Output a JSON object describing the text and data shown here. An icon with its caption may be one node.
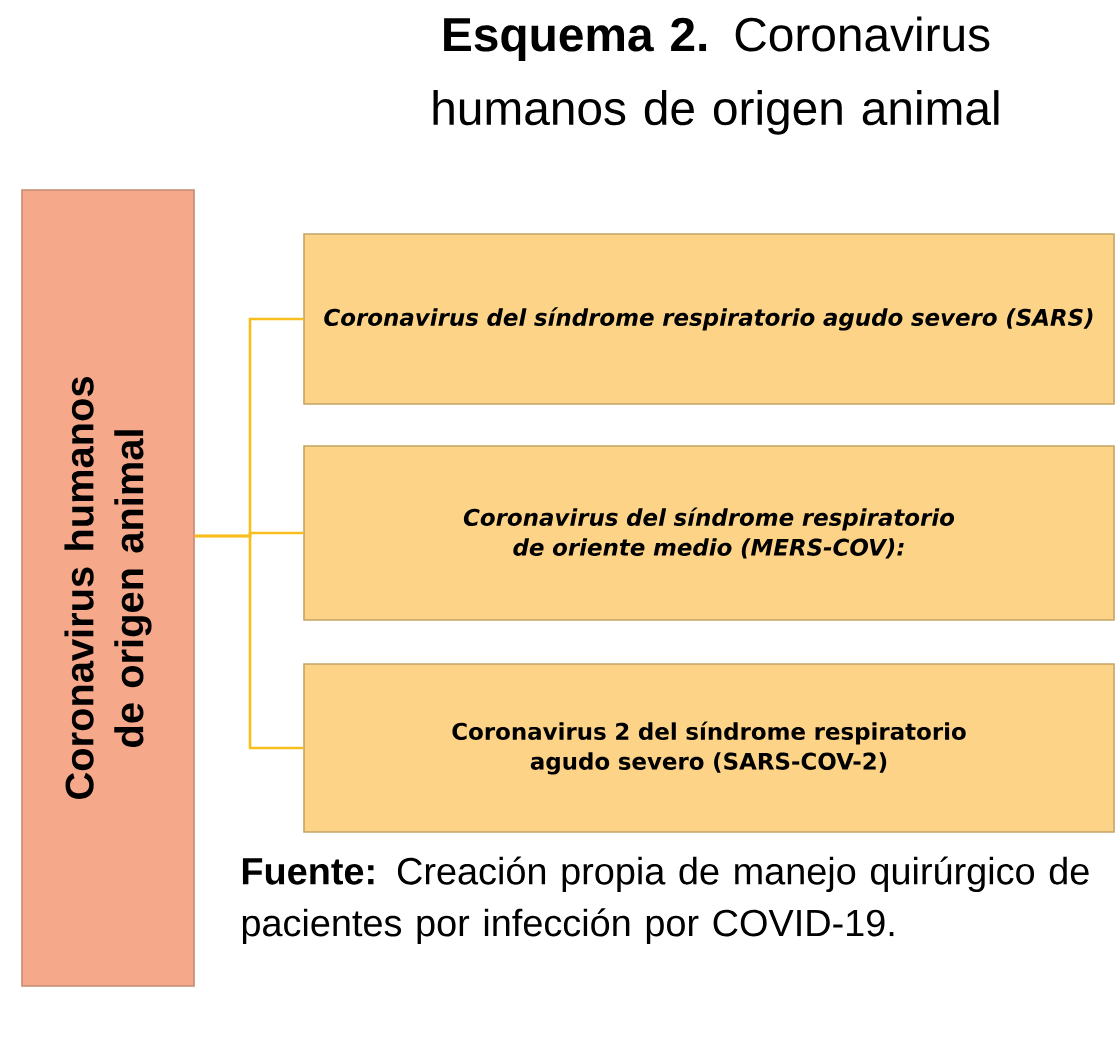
{
  "diagram": {
    "title": "**Esquema 2.** Coronavirus humanos de origen animal",
    "caption": "**Fuente:** Creación propia de manejo quirúrgico de pacientes por infección por COVID-19.",
    "nodes": [
      {
        "text": [
          "Coronavirus humanos de origen animal"
        ]
      },
      {
        "text": [
          "Coronavirus del síndrome respiratorio agudo severo (SARS)"
        ]
      },
      {
        "text": [
          "Coronavirus del síndrome respiratorio de oriente medio (MERS-COV):"
        ]
      },
      {
        "text": [
          "Coronavirus 2 del síndrome respiratorio agudo severo (SARS-COV-2)"
        ]
      }
    ],
    "edges": [
      {
        "from": 0,
        "to": 1,
        "arrow": "none"
      },
      {
        "from": 0,
        "to": 2,
        "arrow": "none"
      },
      {
        "from": 0,
        "to": 3,
        "arrow": "none"
      }
    ]
  }
}
